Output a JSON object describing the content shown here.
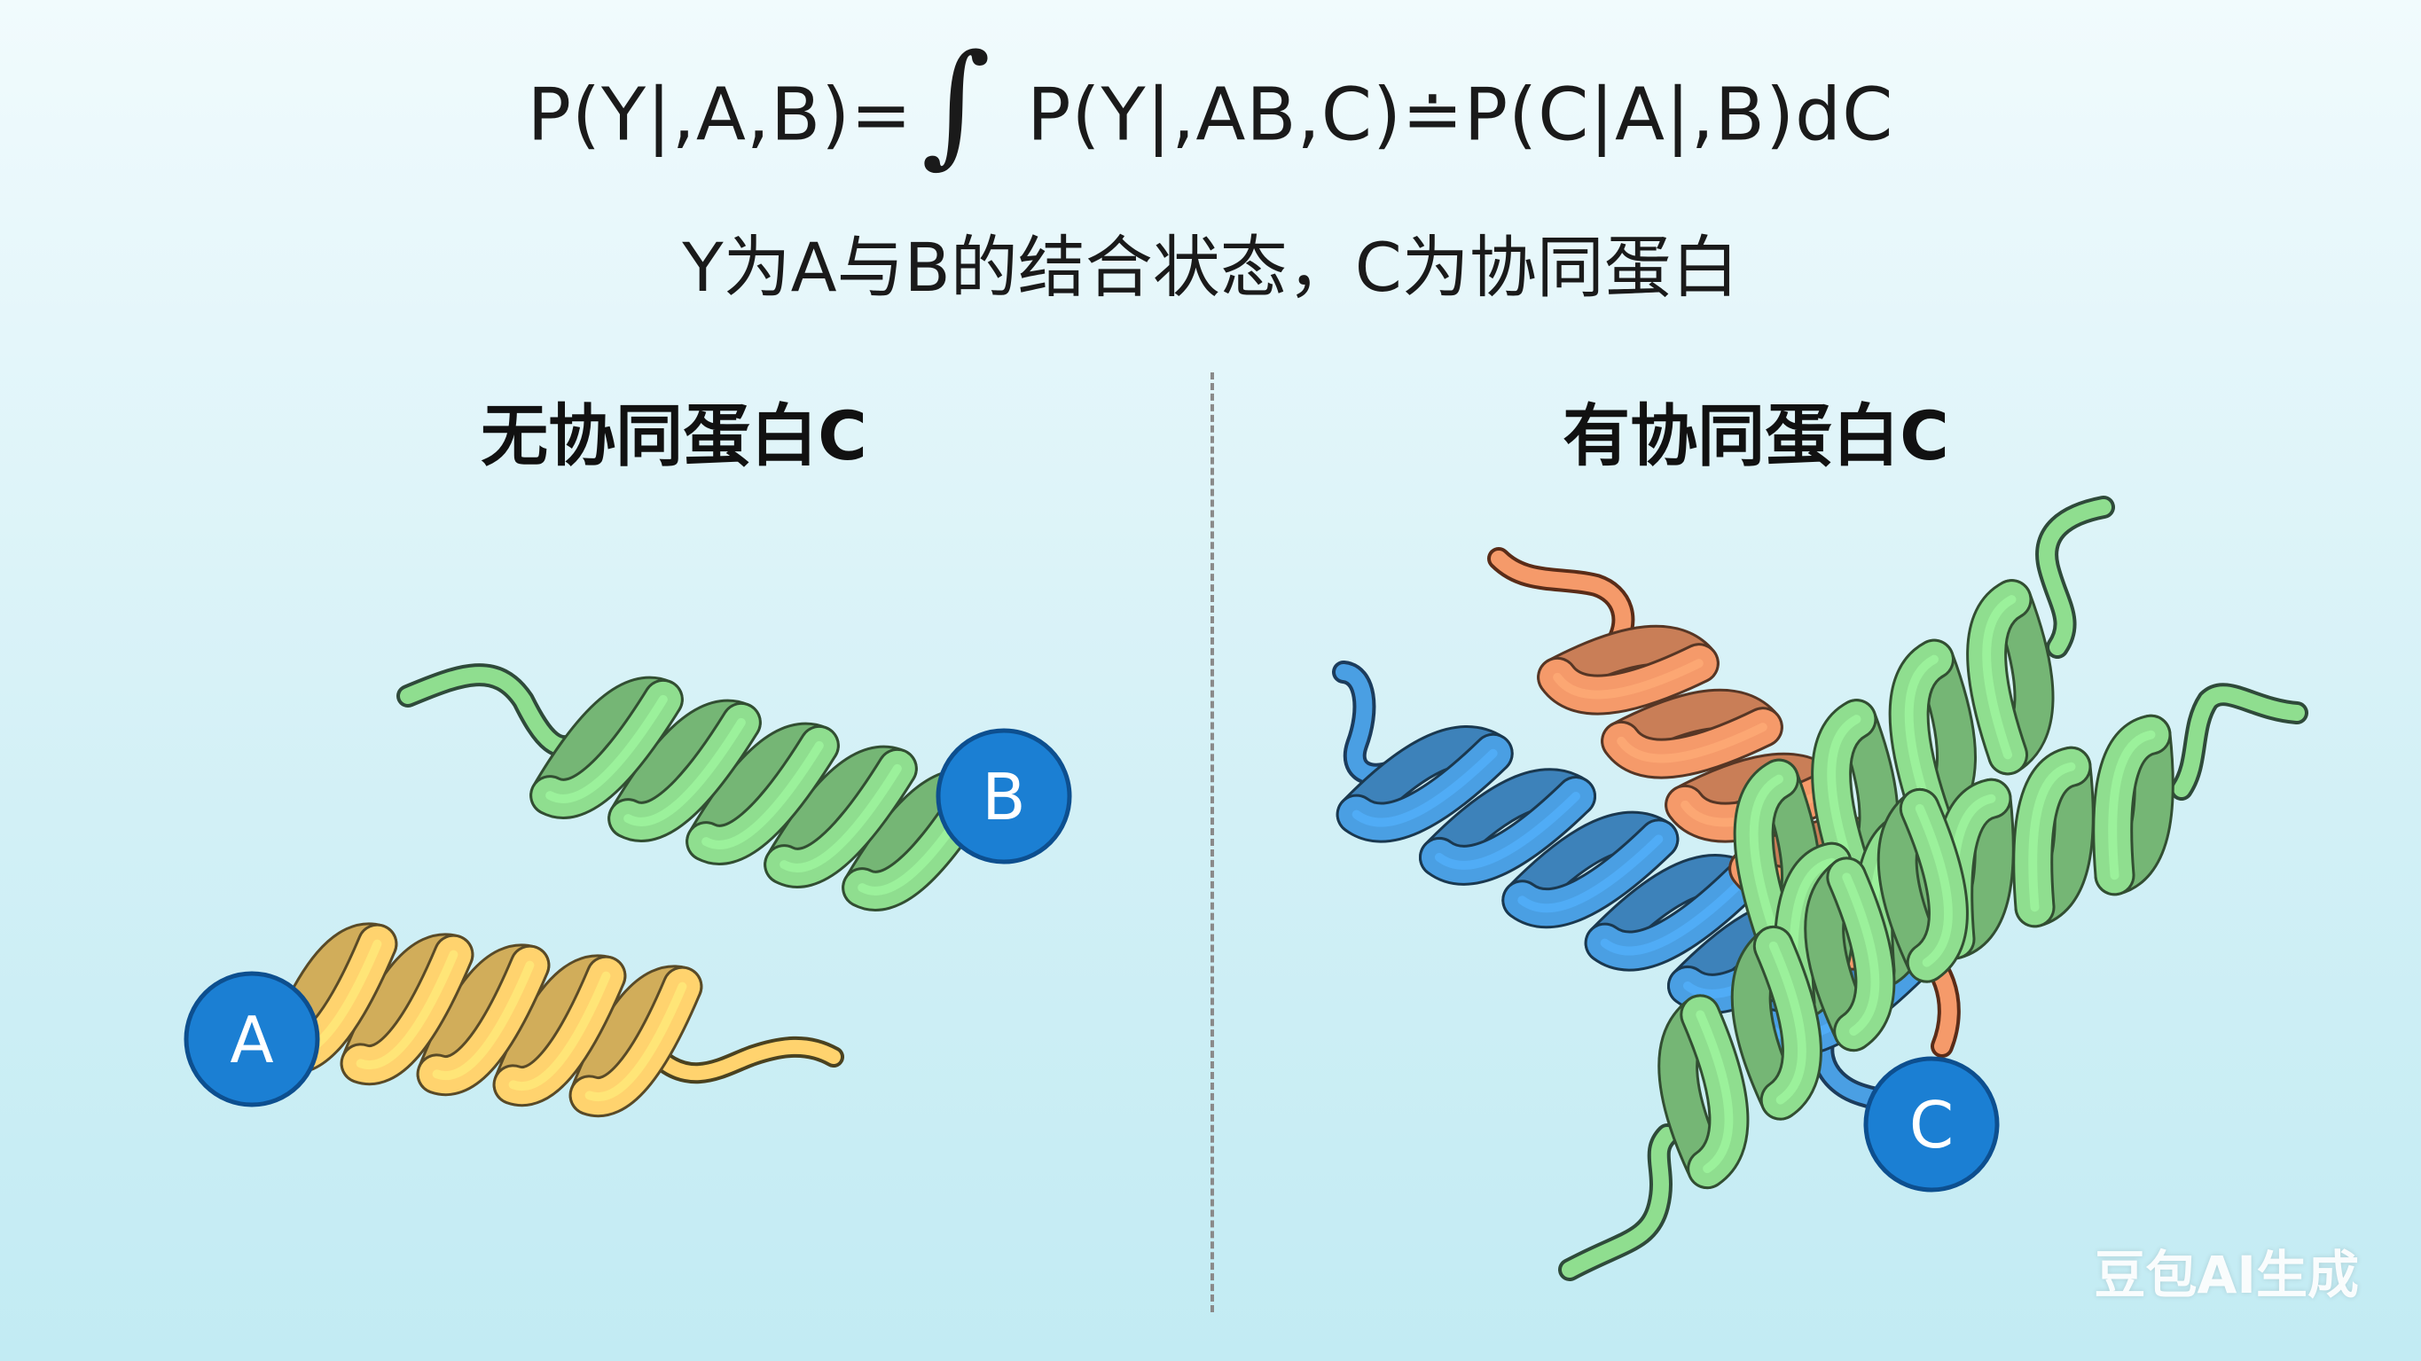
{
  "formula": {
    "lhs": "P(Y|,A,B)=",
    "integral_symbol": "∫",
    "rhs": "P(Y|,AB,C)≐P(C|A|,B)dC"
  },
  "subtitle": "Y为A与B的结合状态，C为协同蛋白",
  "left_panel": {
    "title": "无协同蛋白C",
    "protein_a": {
      "label": "A",
      "color": "#ffd36e"
    },
    "protein_b": {
      "label": "B",
      "color": "#8fde8f"
    }
  },
  "right_panel": {
    "title": "有协同蛋白C",
    "protein_c": {
      "label": "C"
    },
    "helix_colors": [
      "#4a9fe3",
      "#f59a6a",
      "#8fde8f"
    ]
  },
  "badge_color": "#1b7fd3",
  "watermark": "豆包AI生成"
}
